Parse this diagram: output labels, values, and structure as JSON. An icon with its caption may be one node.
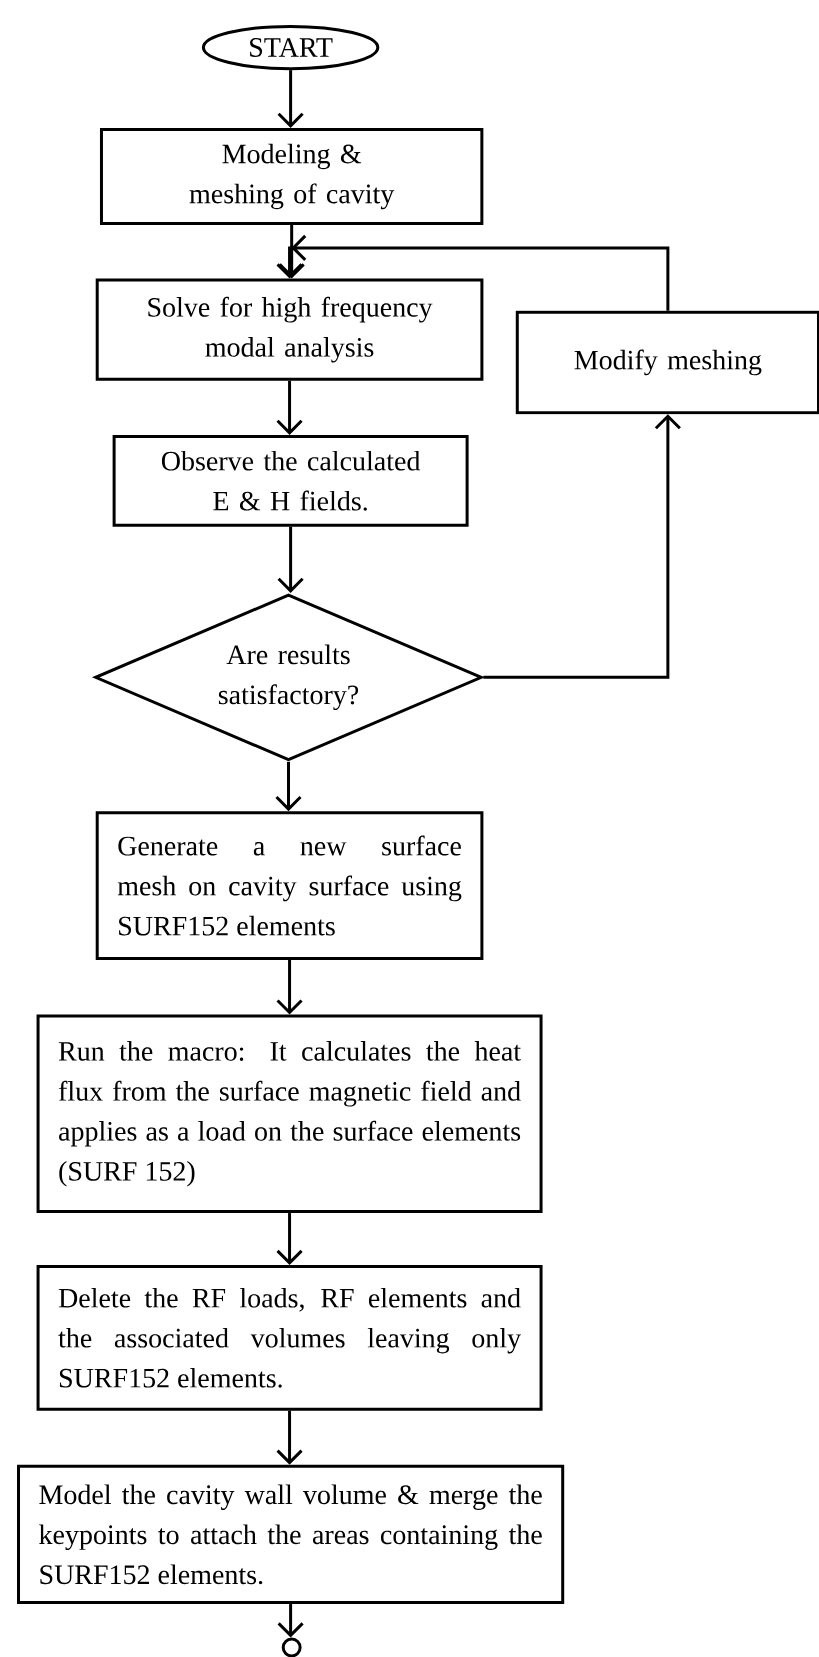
{
  "diagram": {
    "nodes": [
      {
        "text": [
          "START"
        ]
      },
      {
        "text": [
          "Modeling & meshing of cavity"
        ]
      },
      {
        "text": [
          "Solve for high frequency modal analysis"
        ]
      },
      {
        "text": [
          "Modify meshing"
        ]
      },
      {
        "text": [
          "Observe the calculated E & H fields."
        ]
      },
      {
        "text": [
          "Are results satisfactory?"
        ]
      },
      {
        "text": [
          "Generate a new surface mesh on cavity surface using SURF152 elements"
        ]
      },
      {
        "text": [
          "Run the macro: It calculates the heat flux from the surface magnetic field and applies as a load on the surface elements (SURF 152)"
        ]
      },
      {
        "text": [
          "Delete the RF loads, RF elements and the associated volumes leaving only SURF152 elements."
        ]
      },
      {
        "text": [
          "Model the cavity wall volume & merge the keypoints to attach the areas containing the SURF152 elements."
        ]
      },
      {
        "text": [],
        "shape": "circle"
      }
    ],
    "edges": [
      {
        "from": 0,
        "to": 1,
        "arrow": "to"
      },
      {
        "from": 1,
        "to": 2,
        "arrow": "to"
      },
      {
        "from": 2,
        "to": 4,
        "arrow": "to"
      },
      {
        "from": 4,
        "to": 5,
        "arrow": "to"
      },
      {
        "from": 5,
        "to": 3,
        "arrow": "to"
      },
      {
        "from": 3,
        "to": 2,
        "arrow": "to"
      },
      {
        "from": 5,
        "to": 6,
        "arrow": "to"
      },
      {
        "from": 6,
        "to": 7,
        "arrow": "to"
      },
      {
        "from": 7,
        "to": 8,
        "arrow": "to"
      },
      {
        "from": 8,
        "to": 9,
        "arrow": "to"
      },
      {
        "from": 9,
        "to": 10,
        "arrow": "to"
      }
    ]
  }
}
